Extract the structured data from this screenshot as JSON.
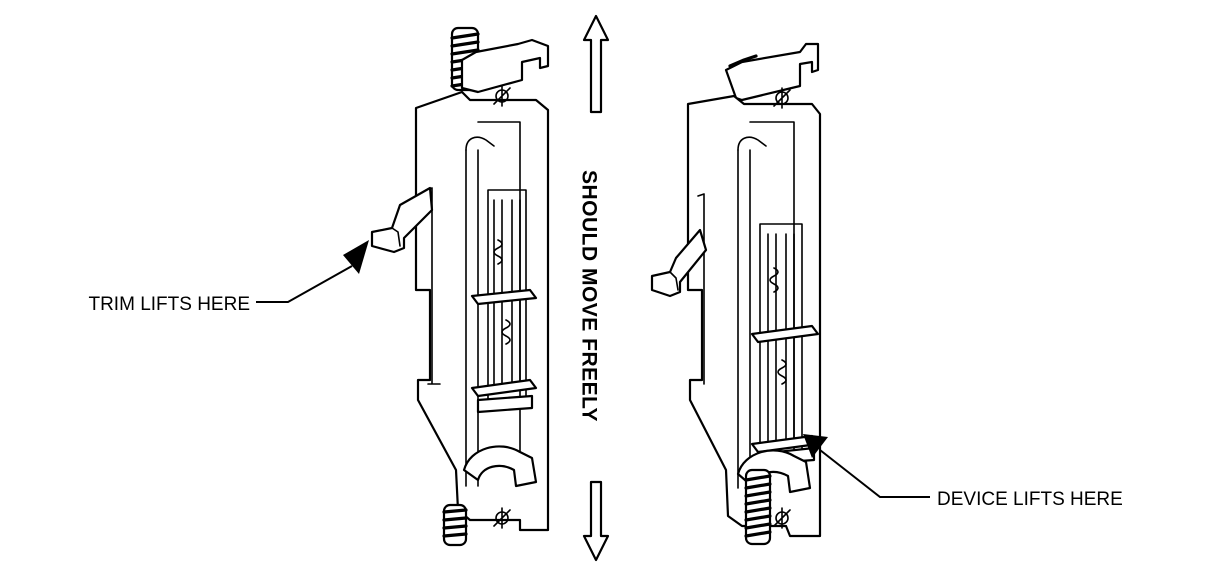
{
  "labels": {
    "trim": "TRIM LIFTS HERE",
    "device": "DEVICE LIFTS HERE",
    "movement": "SHOULD MOVE FREELY"
  },
  "icons": {
    "up_arrow": "outline-arrow-up-icon",
    "down_arrow": "outline-arrow-down-icon",
    "pointer": "filled-triangle-pointer-icon"
  },
  "colors": {
    "ink": "#000000",
    "background": "#ffffff"
  }
}
